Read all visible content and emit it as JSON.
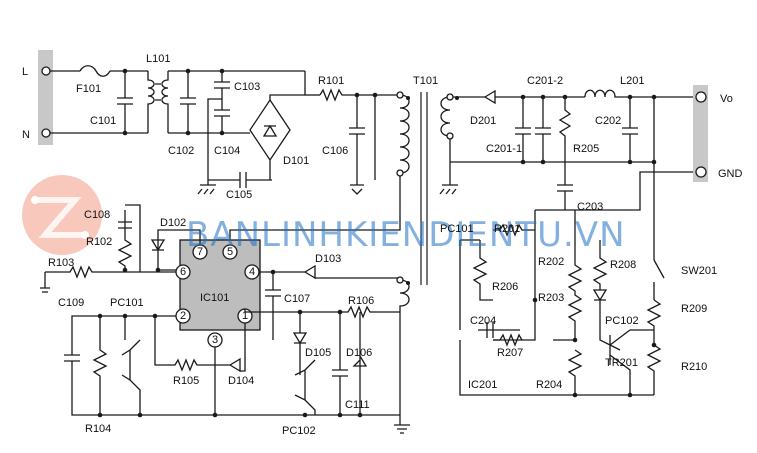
{
  "labels": {
    "L": "L",
    "N": "N",
    "F101": "F101",
    "L101": "L101",
    "C101": "C101",
    "C102": "C102",
    "C103": "C103",
    "C104": "C104",
    "C105": "C105",
    "D101": "D101",
    "R101": "R101",
    "C106": "C106",
    "T101": "T101",
    "D201": "D201",
    "C201_2": "C201-2",
    "C201_1": "C201-1",
    "R205": "R205",
    "L201": "L201",
    "C202": "C202",
    "Vo": "Vo",
    "GND": "GND",
    "C108": "C108",
    "R102": "R102",
    "D102": "D102",
    "R103": "R103",
    "IC101": "IC101",
    "D103": "D103",
    "C107": "C107",
    "R106": "R106",
    "C109": "C109",
    "PC101_left": "PC101",
    "R105": "R105",
    "D104": "D104",
    "D105": "D105",
    "D106": "D106",
    "C111": "C111",
    "R104": "R104",
    "PC102_left": "PC102",
    "C203": "C203",
    "PC101_right": "PC101",
    "R201": "R201",
    "R206": "R206",
    "R202": "R202",
    "R203": "R203",
    "R208": "R208",
    "SW201": "SW201",
    "R209": "R209",
    "C204": "C204",
    "R207": "R207",
    "PC102_right": "PC102",
    "TR201": "TR201",
    "R210": "R210",
    "IC201": "IC201",
    "R204": "R204"
  },
  "ic_pins": [
    "7",
    "5",
    "6",
    "4",
    "2",
    "1",
    "3"
  ],
  "watermark": "BANLINHKIENDIENTU.VN",
  "colors": {
    "ic_fill": "#bdbdbd",
    "terminal_bar": "#c8c8c8",
    "watermark": "#1f6fc5",
    "logo": "#e8603c"
  }
}
